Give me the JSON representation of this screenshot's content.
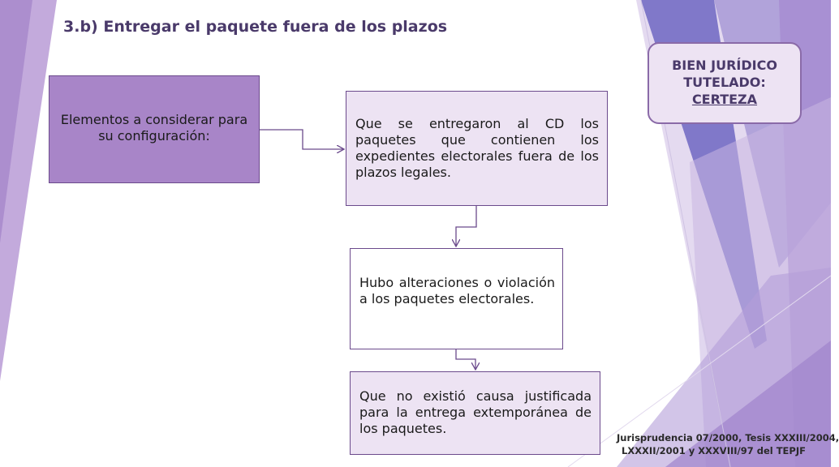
{
  "slide": {
    "title": "3.b) Entregar el paquete fuera de los plazos",
    "left_box": "Elementos a considerar para su configuración:",
    "box_1": "Que se entregaron al CD los paquetes que contienen los expedientes electorales fuera de los plazos legales.",
    "box_2": "Hubo alteraciones o violación a los paquetes electorales.",
    "box_3": "Que no existió causa justificada para la entrega extemporánea de los paquetes.",
    "bien_juridico": {
      "line1": "BIEN JURÍDICO",
      "line2": "TUTELADO:",
      "line3": "CERTEZA"
    },
    "footer": {
      "line1": "Jurisprudencia 07/2000, Tesis XXXIII/2004,",
      "line2": "LXXXII/2001 y XXXVIII/97 del TEPJF"
    }
  },
  "colors": {
    "accent_dark": "#6b4a8c",
    "box_fill": "#a885c8",
    "box_light": "#ede3f3",
    "title": "#4a3a6a"
  }
}
